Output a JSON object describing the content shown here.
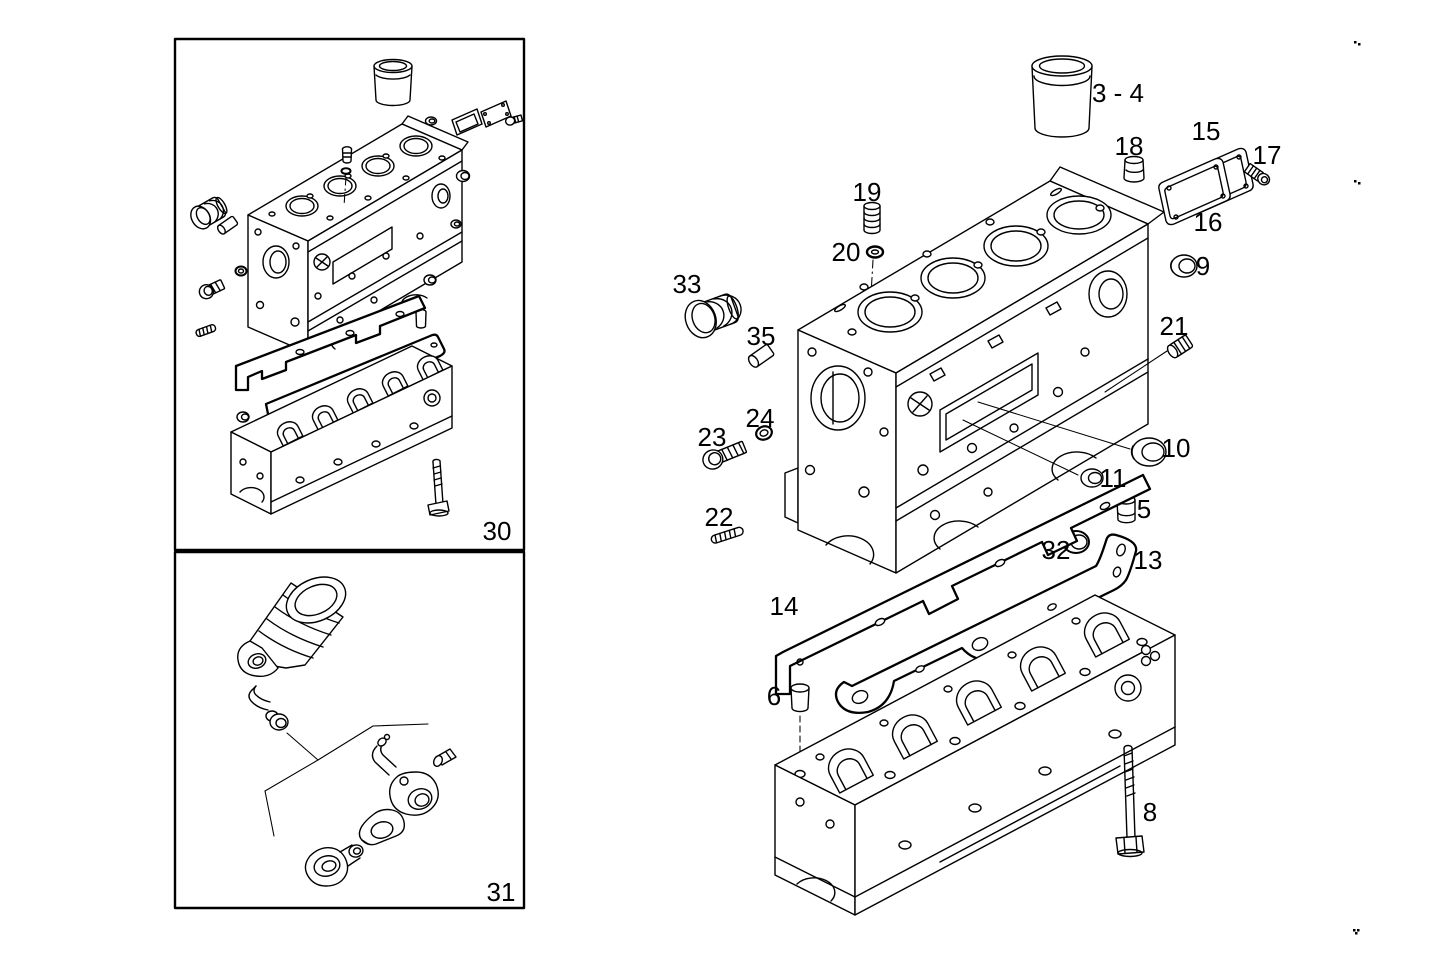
{
  "figure": {
    "type": "engine-crankcase-exploded-parts-diagram",
    "panel_labels": {
      "panel_30": "30",
      "panel_31": "31"
    },
    "callouts": {
      "p3_4": "3 - 4",
      "p5": "5",
      "p6": "6",
      "p8": "8",
      "p9": "9",
      "p10": "10",
      "p11": "11",
      "p13": "13",
      "p14": "14",
      "p15": "15",
      "p16": "16",
      "p17": "17",
      "p18": "18",
      "p19": "19",
      "p20": "20",
      "p21": "21",
      "p22": "22",
      "p23": "23",
      "p24": "24",
      "p32": "32",
      "p33": "33",
      "p35": "35"
    }
  },
  "colors": {
    "line": "#000000",
    "background": "#ffffff"
  }
}
